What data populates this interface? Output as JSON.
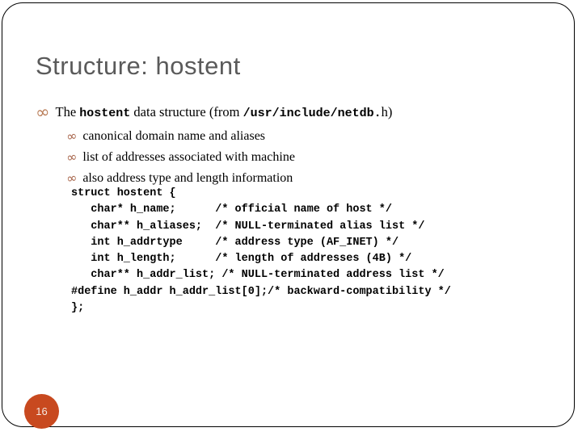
{
  "slide": {
    "title": "Structure: hostent",
    "page_number": "16",
    "bullet_l1": {
      "part1": "The ",
      "code1": "hostent",
      "part2": " data structure (from ",
      "code2": "/usr/include/netdb.",
      "part3": "h)"
    },
    "sub_bullets": [
      "canonical domain name and aliases",
      "list of addresses associated with machine",
      "also address type and length information"
    ],
    "code": "struct hostent {\n   char* h_name;      /* official name of host */\n   char** h_aliases;  /* NULL-terminated alias list */\n   int h_addrtype     /* address type (AF_INET) */\n   int h_length;      /* length of addresses (4B) */\n   char** h_addr_list; /* NULL-terminated address list */\n#define h_addr h_addr_list[0];/* backward-compatibility */\n};",
    "icons": {
      "scroll_bullet": "∞"
    },
    "colors": {
      "accent_circle": "#c8491f",
      "bullet_l1": "#b97c57",
      "bullet_l2": "#a8664c",
      "title_gray": "#5a5a5a"
    }
  }
}
